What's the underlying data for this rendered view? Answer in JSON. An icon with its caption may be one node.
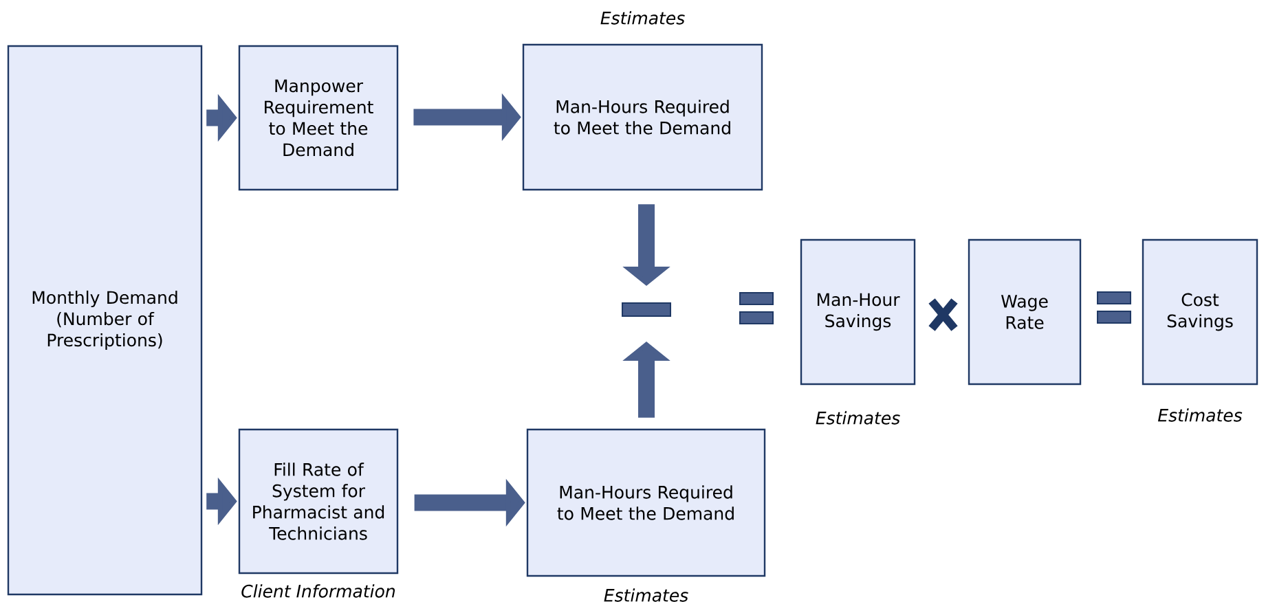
{
  "diagram": {
    "nodes": [
      {
        "text": [
          "Monthly Demand (Number of Prescriptions)"
        ]
      },
      {
        "text": [
          "Manpower Requirement to Meet the Demand"
        ]
      },
      {
        "text": [
          "Man-Hours Required to Meet the Demand"
        ],
        "beside": [
          "Estimates"
        ]
      },
      {
        "text": [
          "Fill Rate of System for Pharmacist and Technicians"
        ],
        "beside": [
          "Client Information"
        ]
      },
      {
        "text": [
          "Man-Hours Required to Meet the Demand"
        ],
        "beside": [
          "Estimates"
        ]
      },
      {
        "text": [
          "Man-Hour Savings"
        ],
        "beside": [
          "Estimates"
        ]
      },
      {
        "text": [
          "Wage Rate"
        ]
      },
      {
        "text": [
          "Cost Savings"
        ],
        "beside": [
          "Estimates"
        ]
      },
      {
        "text": [],
        "shape": "bar"
      }
    ],
    "edges": [
      {
        "from": 0,
        "to": 1,
        "arrow": "to"
      },
      {
        "from": 1,
        "to": 2,
        "arrow": "to"
      },
      {
        "from": 0,
        "to": 3,
        "arrow": "to"
      },
      {
        "from": 3,
        "to": 4,
        "arrow": "to"
      },
      {
        "from": 2,
        "to": 8,
        "arrow": "to"
      },
      {
        "from": 4,
        "to": 8,
        "arrow": "to"
      }
    ]
  }
}
